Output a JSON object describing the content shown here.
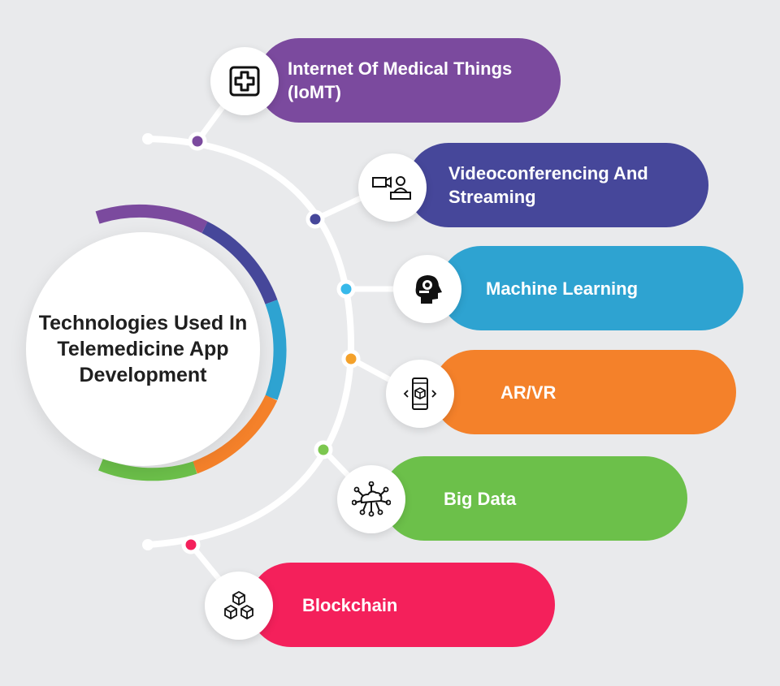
{
  "hub": {
    "title": "Technologies Used In Telemedicine App Development"
  },
  "items": [
    {
      "label": "Internet Of Medical Things (IoMT)",
      "color": "#7b4a9e",
      "icon": "medical-cross-icon"
    },
    {
      "label": "Videoconferencing And Streaming",
      "color": "#46479a",
      "icon": "video-call-icon"
    },
    {
      "label": "Machine Learning",
      "color": "#2ea3d1",
      "icon": "ai-head-icon"
    },
    {
      "label": "AR/VR",
      "color": "#f4812a",
      "icon": "ar-phone-icon"
    },
    {
      "label": "Big Data",
      "color": "#6cc04a",
      "icon": "data-network-icon"
    },
    {
      "label": "Blockchain",
      "color": "#f4205b",
      "icon": "blocks-icon"
    }
  ]
}
